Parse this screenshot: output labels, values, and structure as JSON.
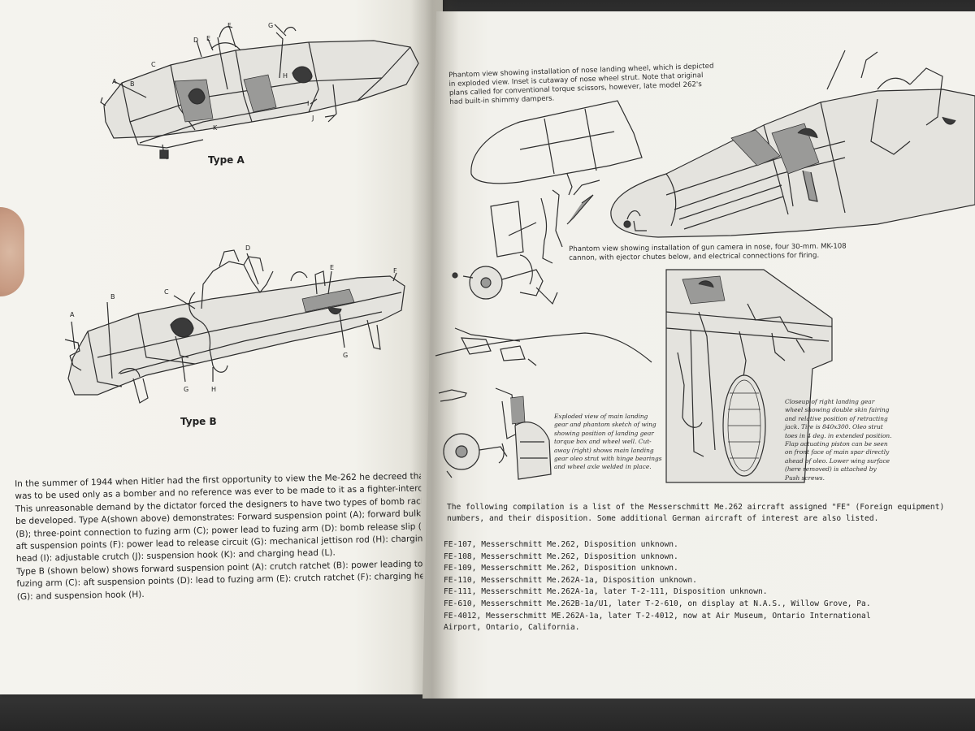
{
  "left_page": {
    "diagram_a": {
      "title": "Type A",
      "callouts": [
        "A",
        "B",
        "C",
        "D",
        "E",
        "F",
        "G",
        "H",
        "I",
        "J",
        "K"
      ]
    },
    "diagram_b": {
      "title": "Type B",
      "callouts": [
        "A",
        "B",
        "C",
        "D",
        "E",
        "F",
        "G",
        "G",
        "H"
      ]
    },
    "body_lines": [
      "In the summer of 1944 when Hitler had the first opportunity to view the Me-262 he decreed that it",
      "was to be used only as a bomber and no reference was ever to be made to it as a fighter-interceptor.",
      "This unreasonable demand by the dictator forced the designers to have two types of bomb racks to",
      "be developed.  Type A(shown above) demonstrates:  Forward suspension point (A); forward bulkhead",
      "(B); three-point connection to fuzing arm (C);  power lead to fuzing arm (D): bomb release slip (E):",
      "aft suspension points (F): power lead to release circuit (G): mechanical jettison rod (H): charging",
      "head (I): adjustable crutch (J):  suspension hook (K): and charging head (L).",
      "Type B (shown below) shows forward suspension point (A):  crutch ratchet (B): power leading to the",
      "fuzing arm (C):  aft suspension points (D):  lead to fuzing arm (E): crutch ratchet (F): charging head",
      "(G): and suspension hook (H)."
    ]
  },
  "right_page": {
    "nose_wheel_caption": [
      "Phantom view showing installation of nose landing wheel, which is depicted",
      "in exploded view.  Inset is cutaway of nose wheel strut.  Note that original",
      "plans called for conventional torque scissors, however, late model 262's",
      "had built-in shimmy dampers."
    ],
    "gun_camera_caption": [
      "Phantom view showing installation of gun camera in nose, four 30-mm. MK-108",
      "cannon, with ejector chutes below, and electrical connections for firing."
    ],
    "main_gear_caption": [
      "Exploded view of main landing",
      "gear and phantom sketch of wing",
      "showing position of landing gear",
      "torque box and wheel well.  Cut-",
      "away (right) shows main landing",
      "gear oleo strut with hinge bearings",
      "and wheel axle welded in place."
    ],
    "closeup_caption": [
      "Closeup of right landing gear",
      "wheel showing double skin fairing",
      "and relative position of retracting",
      "jack.  Tire is 840x300.  Oleo strut",
      "toes in 4 deg. in extended position.",
      "Flap actuating piston can be seen",
      "on front face of main spar directly",
      "ahead of oleo.  Lower wing surface",
      "(here removed) is attached by",
      "Push screws."
    ],
    "compilation_intro": [
      "The following compilation is a list of the Messerschmitt Me.262 aircraft assigned \"FE\" (Foreign equipment)",
      "numbers, and their disposition.  Some additional German aircraft of interest are also listed."
    ],
    "fe_list": [
      "FE-107, Messerschmitt Me.262, Disposition unknown.",
      "FE-108, Messerschmitt Me.262, Disposition unknown.",
      "FE-109, Messerschmitt Me.262, Disposition unknown.",
      "FE-110, Messerschmitt Me.262A-1a, Disposition unknown.",
      "FE-111, Messerschmitt Me.262A-1a, later T-2-111, Disposition unknown.",
      "FE-610, Messerschmitt Me.262B-1a/U1, later T-2-610, on display at N.A.S., Willow Grove, Pa.",
      "FE-4012, Messerschmitt ME.262A-1a, later T-2-4012, now at Air Museum, Ontario International",
      "                                              Airport, Ontario, California."
    ]
  }
}
